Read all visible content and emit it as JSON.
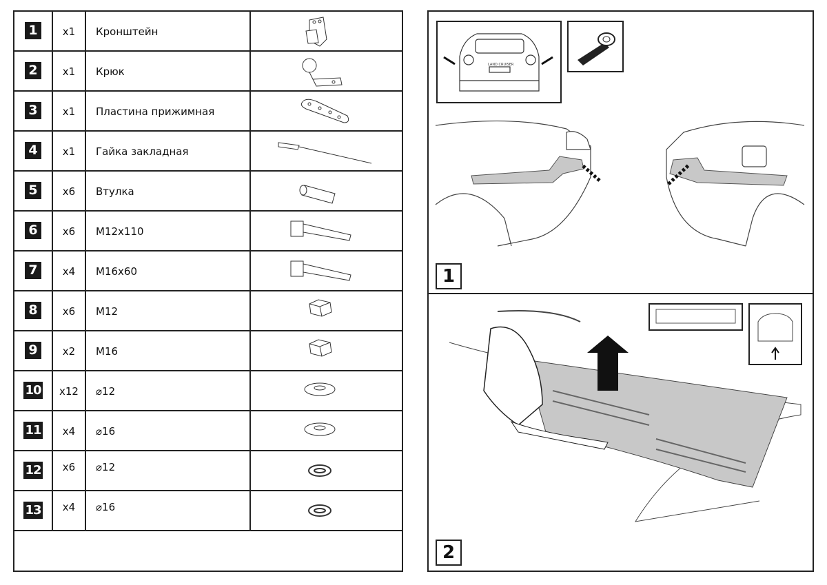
{
  "parts": [
    {
      "num": "1",
      "qty": "x1",
      "name": "Кронштейн",
      "icon": "bracket-icon"
    },
    {
      "num": "2",
      "qty": "x1",
      "name": "Крюк",
      "icon": "tow-ball-hook-icon"
    },
    {
      "num": "3",
      "qty": "x1",
      "name": "Пластина прижимная",
      "icon": "clamp-plate-icon"
    },
    {
      "num": "4",
      "qty": "x1",
      "name": "Гайка закладная",
      "icon": "embedded-nut-wire-icon"
    },
    {
      "num": "5",
      "qty": "x6",
      "name": "Втулка",
      "icon": "bushing-icon"
    },
    {
      "num": "6",
      "qty": "x6",
      "name": "M12x110",
      "icon": "bolt-icon"
    },
    {
      "num": "7",
      "qty": "x4",
      "name": "M16x60",
      "icon": "bolt-icon"
    },
    {
      "num": "8",
      "qty": "x6",
      "name": "M12",
      "icon": "hex-nut-icon"
    },
    {
      "num": "9",
      "qty": "x2",
      "name": "M16",
      "icon": "hex-nut-icon"
    },
    {
      "num": "10",
      "qty": "x12",
      "name": "⌀12",
      "icon": "flat-washer-icon"
    },
    {
      "num": "11",
      "qty": "x4",
      "name": "⌀16",
      "icon": "flat-washer-icon"
    },
    {
      "num": "12",
      "qty": "x6",
      "name": "⌀12",
      "icon": "spring-washer-icon"
    },
    {
      "num": "13",
      "qty": "x4",
      "name": "⌀16",
      "icon": "spring-washer-icon"
    }
  ],
  "steps": [
    {
      "num": "1",
      "badge": "LAND CRUISER"
    },
    {
      "num": "2"
    }
  ]
}
